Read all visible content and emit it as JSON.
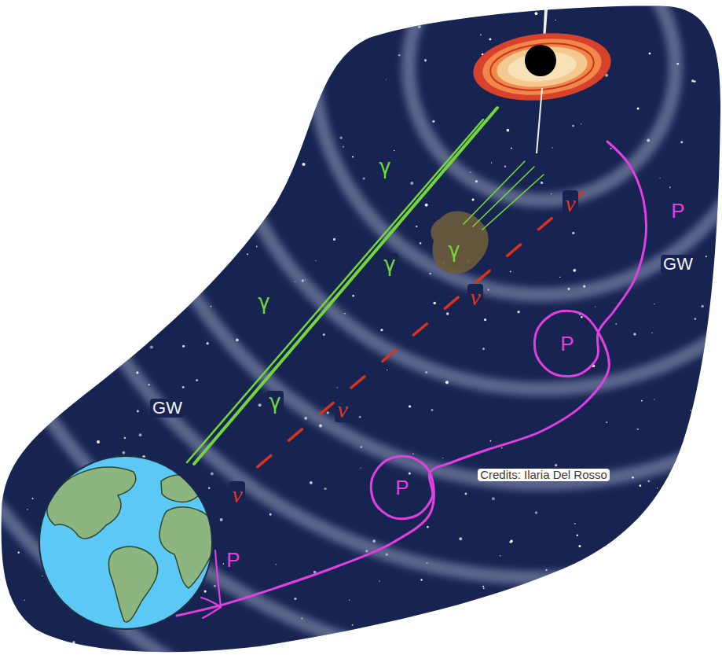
{
  "diagram": {
    "labels": [
      "γ",
      "γ",
      "γ",
      "γ",
      "γ",
      "ν",
      "ν",
      "ν",
      "ν",
      "P",
      "P",
      "P",
      "P",
      "GW",
      "GW",
      "Credits: Ilaria Del Rosso"
    ]
  }
}
